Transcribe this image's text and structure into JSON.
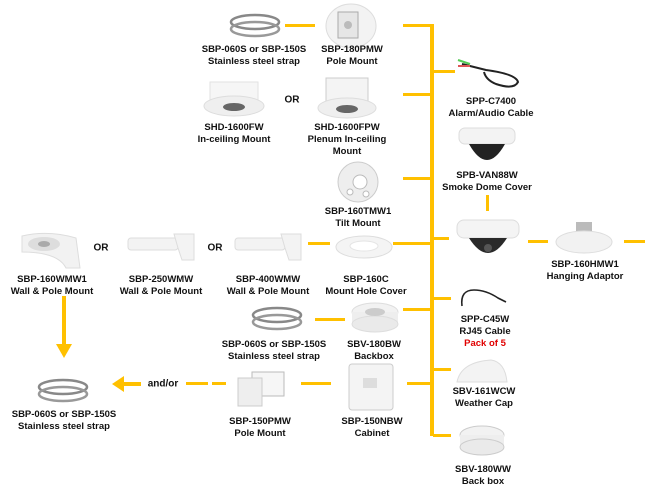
{
  "accent_color": "#FFC000",
  "label_color_emphasis": "#E00000",
  "products": {
    "strap_top": {
      "model": "SBP-060S or SBP-150S",
      "desc": "Stainless steel strap",
      "icon": "steel-strap-icon"
    },
    "pole_mount_180": {
      "model": "SBP-180PMW",
      "desc": "Pole Mount",
      "icon": "pole-mount-icon"
    },
    "inceiling": {
      "model": "SHD-1600FW",
      "desc": "In-ceiling Mount",
      "icon": "inceiling-mount-icon"
    },
    "plenum": {
      "model": "SHD-1600FPW",
      "desc": "Plenum In-ceiling",
      "desc2": "Mount",
      "icon": "plenum-mount-icon"
    },
    "alarm_cable": {
      "model": "SPP-C7400",
      "desc": "Alarm/Audio Cable",
      "icon": "cable-icon"
    },
    "smoke_cover": {
      "model": "SPB-VAN88W",
      "desc": "Smoke Dome Cover",
      "icon": "smoke-dome-icon"
    },
    "tilt_mount": {
      "model": "SBP-160TMW1",
      "desc": "Tilt Mount",
      "icon": "tilt-mount-icon"
    },
    "wall_160": {
      "model": "SBP-160WMW1",
      "desc": "Wall & Pole Mount",
      "icon": "wall-mount-icon"
    },
    "wall_250": {
      "model": "SBP-250WMW",
      "desc": "Wall & Pole Mount",
      "icon": "wall-mount-icon"
    },
    "wall_400": {
      "model": "SBP-400WMW",
      "desc": "Wall & Pole Mount",
      "icon": "wall-mount-icon"
    },
    "hole_cover": {
      "model": "SBP-160C",
      "desc": "Mount Hole Cover",
      "icon": "hole-cover-icon"
    },
    "hanging": {
      "model": "SBP-160HMW1",
      "desc": "Hanging Adaptor",
      "icon": "hanging-adaptor-icon"
    },
    "rj45": {
      "model": "SPP-C45W",
      "desc": "RJ45 Cable",
      "note": "Pack of 5",
      "icon": "rj45-cable-icon"
    },
    "strap_mid": {
      "model": "SBP-060S or SBP-150S",
      "desc": "Stainless steel strap",
      "icon": "steel-strap-icon"
    },
    "backbox_180bw": {
      "model": "SBV-180BW",
      "desc": "Backbox",
      "icon": "backbox-icon"
    },
    "weather_cap": {
      "model": "SBV-161WCW",
      "desc": "Weather Cap",
      "icon": "weather-cap-icon"
    },
    "strap_bottom": {
      "model": "SBP-060S or SBP-150S",
      "desc": "Stainless steel strap",
      "icon": "steel-strap-icon"
    },
    "pole_mount_150": {
      "model": "SBP-150PMW",
      "desc": "Pole Mount",
      "icon": "pole-mount-icon"
    },
    "cabinet": {
      "model": "SBP-150NBW",
      "desc": "Cabinet",
      "icon": "cabinet-icon"
    },
    "backbox_180ww": {
      "model": "SBV-180WW",
      "desc": "Back box",
      "icon": "backbox-icon"
    },
    "camera": {
      "icon": "dome-camera-icon"
    }
  },
  "connectors": {
    "or_1": "OR",
    "or_2": "OR",
    "or_3": "OR",
    "and_or": "and/or"
  }
}
